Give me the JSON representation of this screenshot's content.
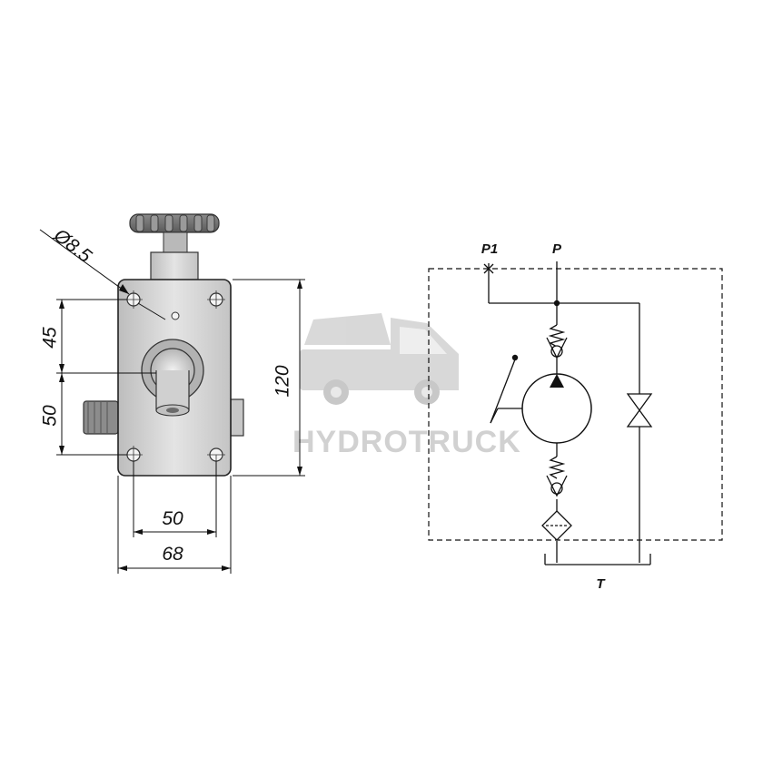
{
  "drawing": {
    "dimensions": {
      "hole_diameter": "Ø8.5",
      "height_upper": "45",
      "height_lower": "50",
      "height_total": "120",
      "width_holes": "50",
      "width_total": "68"
    }
  },
  "schematic": {
    "ports": {
      "p1": "P1",
      "p": "P",
      "t": "T"
    }
  },
  "watermark": {
    "brand": "HYDROTRUCK"
  },
  "colors": {
    "body_fill": "#dadada",
    "line": "#111111",
    "watermark": "#c9c9c9"
  }
}
